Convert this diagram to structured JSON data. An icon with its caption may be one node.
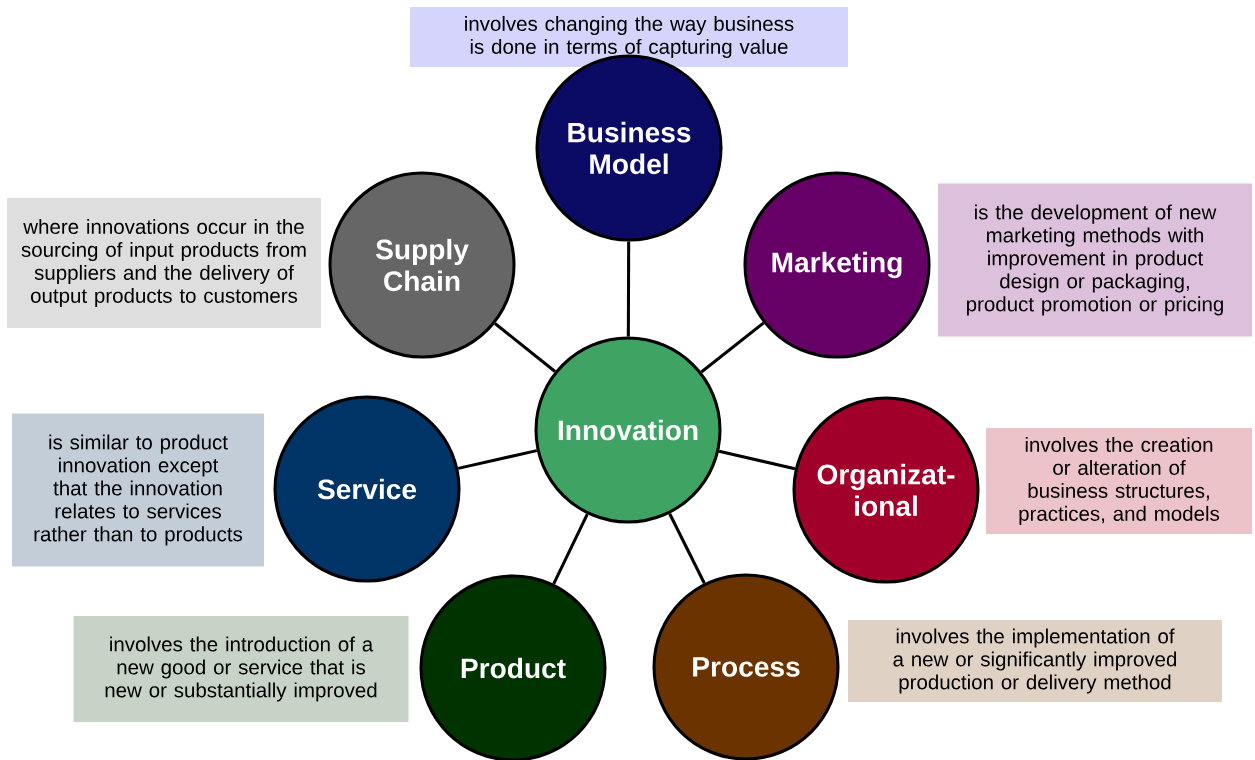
{
  "diagram": {
    "nodes": [
      {
        "text": [
          "involves changing the way business is done in terms of capturing value"
        ]
      },
      {
        "text": [
          "Business Model"
        ]
      },
      {
        "text": [
          "where innovations occur in the sourcing of input products from suppliers and the delivery of output products to customers"
        ]
      },
      {
        "text": [
          "Supply Chain"
        ]
      },
      {
        "text": [
          "Marketing"
        ]
      },
      {
        "text": [
          "is the development of new marketing methods with improvement in product design or packaging, product promotion or pricing"
        ]
      },
      {
        "text": [
          "is similar to product innovation except that the innovation relates to services rather than to products"
        ]
      },
      {
        "text": [
          "Innovation"
        ]
      },
      {
        "text": [
          "Service"
        ]
      },
      {
        "text": [
          "Organizat-ional"
        ]
      },
      {
        "text": [
          "involves the creation or alteration of business structures, practices, and models"
        ]
      },
      {
        "text": [
          "involves the introduction of a new good or service that is new or substantially improved"
        ]
      },
      {
        "text": [
          "Product"
        ]
      },
      {
        "text": [
          "Process"
        ]
      },
      {
        "text": [
          "involves the implementation of a new or significantly improved production or delivery method"
        ]
      }
    ],
    "edges": [
      {
        "from": 7,
        "to": 1,
        "arrow": "none"
      },
      {
        "from": 7,
        "to": 4,
        "arrow": "none"
      },
      {
        "from": 7,
        "to": 9,
        "arrow": "none"
      },
      {
        "from": 7,
        "to": 13,
        "arrow": "none"
      },
      {
        "from": 7,
        "to": 12,
        "arrow": "none"
      },
      {
        "from": 7,
        "to": 8,
        "arrow": "none"
      },
      {
        "from": 7,
        "to": 3,
        "arrow": "none"
      }
    ]
  }
}
